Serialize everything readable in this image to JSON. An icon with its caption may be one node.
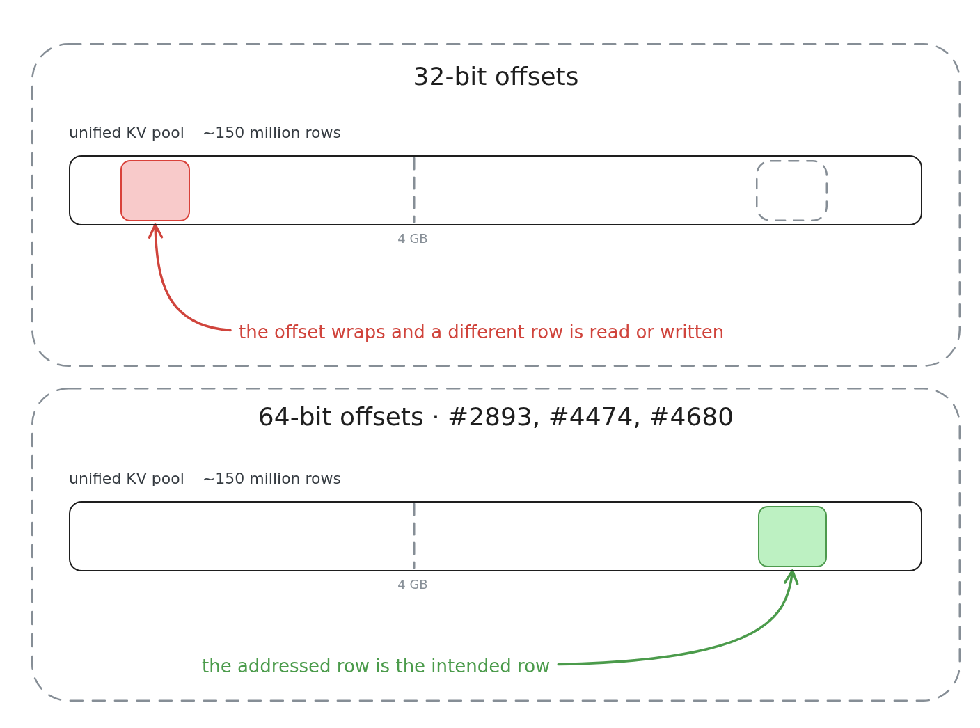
{
  "diagram": {
    "nodes": [
      {
        "text": [
          "32-bit offsets"
        ]
      },
      {
        "text": [
          "unified KV pool",
          "~150 million rows"
        ],
        "beside": [
          "4 GB"
        ],
        "in": 0
      },
      {
        "text": [],
        "shape": "box",
        "in": 1
      },
      {
        "text": [],
        "shape": "box",
        "in": 1
      },
      {
        "text": [
          "the offset wraps and a different row is read or written"
        ],
        "in": 0
      },
      {
        "text": [
          "64-bit offsets · #2893, #4474, #4680"
        ]
      },
      {
        "text": [
          "unified KV pool",
          "~150 million rows"
        ],
        "beside": [
          "4 GB"
        ],
        "in": 5
      },
      {
        "text": [],
        "shape": "box",
        "in": 6
      },
      {
        "text": [
          "the addressed row is the intended row"
        ],
        "in": 5
      }
    ],
    "edges": [
      {
        "from": 4,
        "to": 2,
        "arrow": "to",
        "color": "#d0443c"
      },
      {
        "from": 8,
        "to": 7,
        "arrow": "to",
        "color": "#4b9b4b"
      }
    ]
  }
}
